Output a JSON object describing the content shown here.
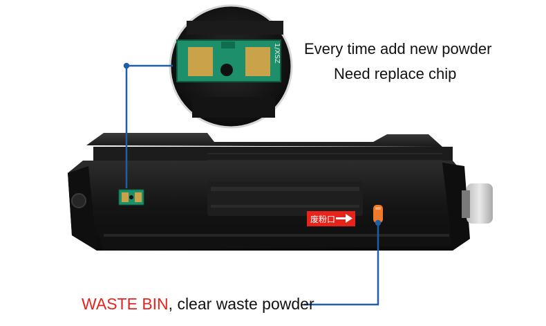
{
  "annotations": {
    "chip_note_line1": "Every time add new powder",
    "chip_note_line2": "Need replace chip",
    "waste_bin_label": "WASTE BIN",
    "waste_bin_note": ", clear waste powder"
  },
  "product": {
    "sticker_text": "废粉口",
    "chip_marking": "1/XSZ"
  },
  "colors": {
    "leader_line": "#1f5fa8",
    "highlight_red": "#e8231b",
    "chip_pcb": "#1d8f6a",
    "chip_contact": "#c9a24a",
    "cartridge_body": "#161616",
    "release_tab": "#f07a2a"
  },
  "icons": {
    "sticker_arrow": "arrow-right-icon"
  }
}
